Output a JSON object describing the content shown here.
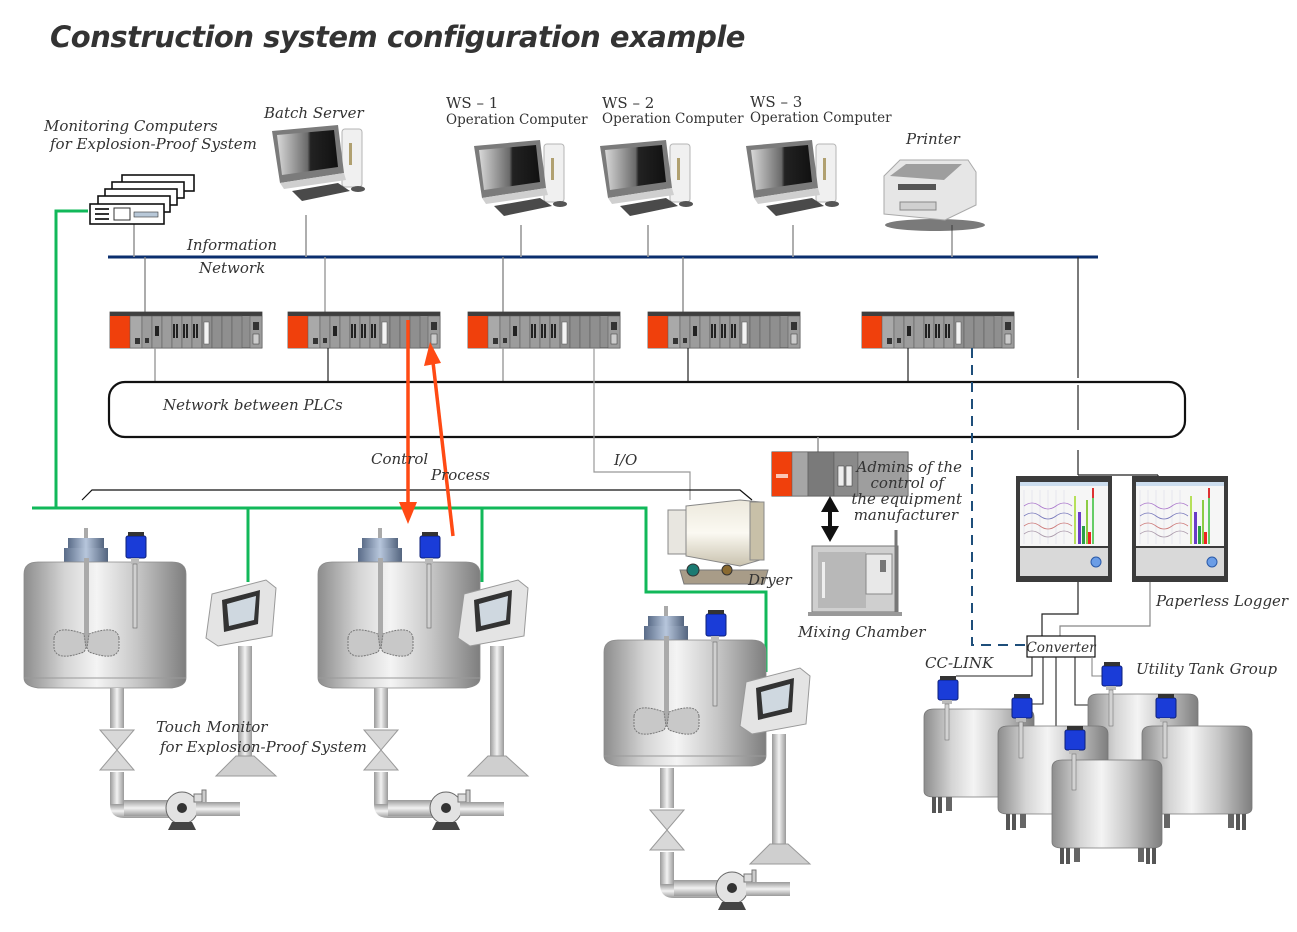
{
  "title": "Construction system configuration example",
  "colors": {
    "information_network": "#0b2f6e",
    "field_network_green": "#11b85a",
    "signal_arrow": "#ff4a14",
    "dashed_link": "#1e4e7a",
    "plc_red": "#f0400c"
  },
  "labels": {
    "monitoring_computers": [
      "Monitoring Computers",
      "for Explosion-Proof System"
    ],
    "batch_server": "Batch Server",
    "ws1": {
      "name": "WS – 1",
      "role": "Operation Computer"
    },
    "ws2": {
      "name": "WS – 2",
      "role": "Operation Computer"
    },
    "ws3": {
      "name": "WS – 3",
      "role": "Operation Computer"
    },
    "printer": "Printer",
    "information_network": [
      "Information",
      "Network"
    ],
    "network_between_plcs": "Network between PLCs",
    "control": "Control",
    "process": "Process",
    "io": "I/O",
    "dryer": "Dryer",
    "equipment_plc": [
      "Admins of the",
      "control of",
      "the equipment",
      "manufacturer"
    ],
    "mixing_chamber": "Mixing Chamber",
    "touch_monitor": [
      "Touch Monitor",
      "for Explosion-Proof System"
    ],
    "paperless_logger": "Paperless Logger",
    "converter": "Converter",
    "cc_link": "CC-LINK",
    "utility_tank_group": "Utility Tank Group"
  },
  "components": {
    "plc_units": 5,
    "reactor_tanks": 3,
    "touch_monitors": 3,
    "paperless_loggers": 2,
    "utility_tanks": 5,
    "workstations": 3
  }
}
